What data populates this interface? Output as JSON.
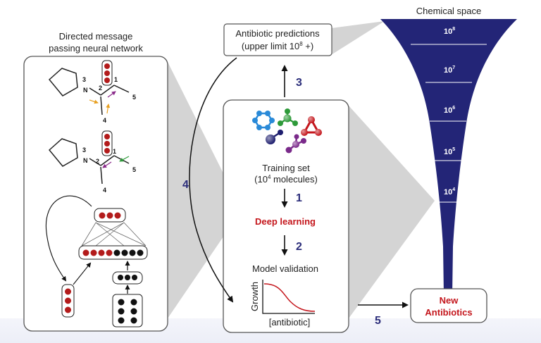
{
  "labels": {
    "dmpnn_title_line1": "Directed message",
    "dmpnn_title_line2": "passing neural network",
    "chem_space_title": "Chemical space",
    "predictions_line1": "Antibiotic predictions",
    "predictions_line2_prefix": "(upper limit 10",
    "predictions_line2_sup": "8",
    "predictions_line2_suffix": " +)",
    "training_set_line1": "Training set",
    "training_set_line2_prefix": "(10",
    "training_set_line2_sup": "4",
    "training_set_line2_suffix": " molecules)",
    "deep_learning": "Deep learning",
    "model_validation": "Model validation",
    "growth_axis": "Growth",
    "antibiotic_axis": "[antibiotic]",
    "new_antibiotics_line1": "New",
    "new_antibiotics_line2": "Antibiotics"
  },
  "steps": {
    "s1": "1",
    "s2": "2",
    "s3": "3",
    "s4": "4",
    "s5": "5"
  },
  "funnel_tiers": [
    {
      "base": "10",
      "exp": "8"
    },
    {
      "base": "10",
      "exp": "7"
    },
    {
      "base": "10",
      "exp": "6"
    },
    {
      "base": "10",
      "exp": "5"
    },
    {
      "base": "10",
      "exp": "4"
    }
  ],
  "molecule_atoms": {
    "n": "N",
    "a1": "1",
    "a2": "2",
    "a3": "3",
    "a4": "4",
    "a5": "5"
  },
  "colors": {
    "funnel": "#232577",
    "accent_red": "#c4161c",
    "step_blue": "#2b2d7a",
    "panel_border": "#555555",
    "shadow_gray": "#d4d4d4",
    "neuron_red": "#b31b1b",
    "neuron_black": "#111111",
    "arrow_orange": "#e8a020",
    "arrow_purple": "#8a2a8a",
    "arrow_green": "#2e9a3a",
    "mol_blue": "#2a8ad8",
    "mol_green": "#2e9a3a",
    "mol_red": "#c4161c",
    "mol_navy": "#1e1e6e",
    "mol_purple": "#7a2a8a"
  }
}
